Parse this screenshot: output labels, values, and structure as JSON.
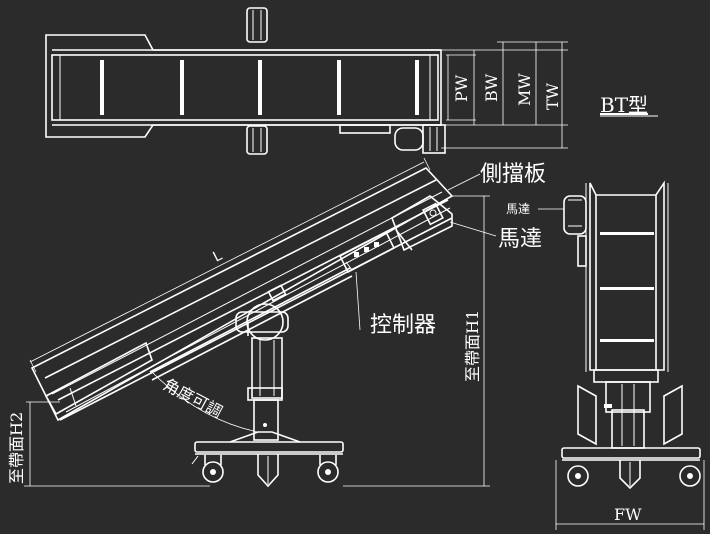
{
  "labels": {
    "model": "BT型",
    "pw": "PW",
    "bw": "BW",
    "mw": "MW",
    "tw": "TW",
    "side_guard": "側擋板",
    "motor": "馬達",
    "motor_small": "馬達",
    "controller": "控制器",
    "length": "L",
    "angle_adjust": "角度可調",
    "height_h1": "至帶面H1",
    "height_h2": "至帶面H2",
    "fw": "FW"
  }
}
